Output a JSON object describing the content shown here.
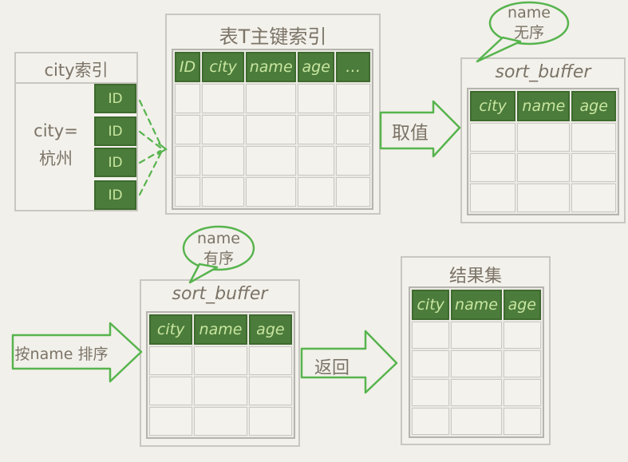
{
  "colors": {
    "background": "#f2f0ea",
    "panel_border": "#c9c7c1",
    "header_green": "#4c7c3b",
    "header_green_border": "#3d6a2e",
    "header_green_text": "#c8e6a0",
    "accent_green": "#57b44e",
    "ink_gray": "#7b7367"
  },
  "city_index": {
    "title": "city索引",
    "condition_line1": "city=",
    "condition_line2": "杭州",
    "id_cells": [
      "ID",
      "ID",
      "ID",
      "ID"
    ]
  },
  "primary_index": {
    "title": "表T主键索引",
    "columns": [
      "ID",
      "city",
      "name",
      "age",
      "…"
    ],
    "empty_row_count": 4
  },
  "fetch_arrow": {
    "label": "取值"
  },
  "bubble_unordered": {
    "line1": "name",
    "line2": "无序"
  },
  "sort_buffer_unsorted": {
    "title": "sort_buffer",
    "columns": [
      "city",
      "name",
      "age"
    ],
    "empty_row_count": 3
  },
  "sort_arrow": {
    "label": "按name 排序"
  },
  "bubble_ordered": {
    "line1": "name",
    "line2": "有序"
  },
  "sort_buffer_sorted": {
    "title": "sort_buffer",
    "columns": [
      "city",
      "name",
      "age"
    ],
    "empty_row_count": 3
  },
  "return_arrow": {
    "label": "返回"
  },
  "result_set": {
    "title": "结果集",
    "columns": [
      "city",
      "name",
      "age"
    ],
    "empty_row_count": 4
  }
}
